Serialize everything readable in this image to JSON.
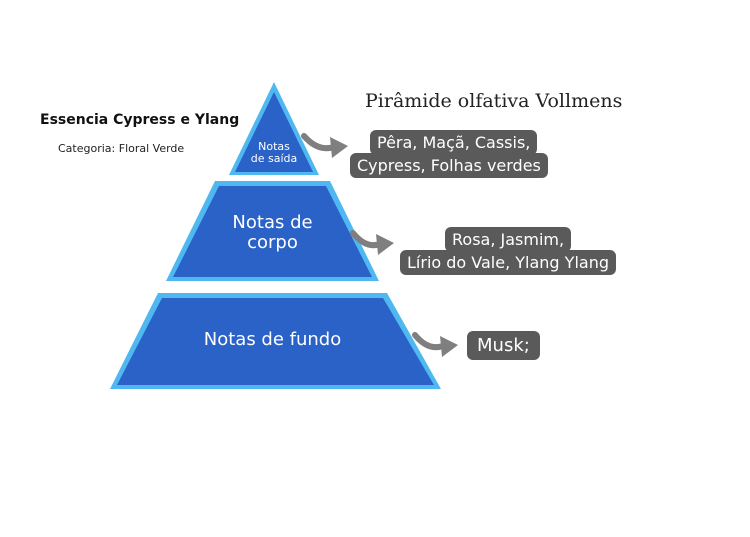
{
  "product": {
    "name": "Essencia Cypress e Ylang",
    "category": "Categoria: Floral Verde"
  },
  "diagram": {
    "title": "Pirâmide olfativa Vollmens",
    "tiers": [
      {
        "label": "Notas\nde saída",
        "notes": [
          "Pêra, Maçã, Cassis,",
          "Cypress, Folhas verdes"
        ]
      },
      {
        "label": "Notas de\ncorpo",
        "notes": [
          "Rosa, Jasmim,",
          "Lírio do Vale, Ylang Ylang"
        ]
      },
      {
        "label": "Notas de fundo",
        "notes": [
          "Musk;"
        ]
      }
    ]
  },
  "colors": {
    "tier_fill": "#2a62c8",
    "tier_border": "#4fb8f0",
    "tag_background": "#5a5a5a",
    "arrow": "#7f7f7f"
  }
}
